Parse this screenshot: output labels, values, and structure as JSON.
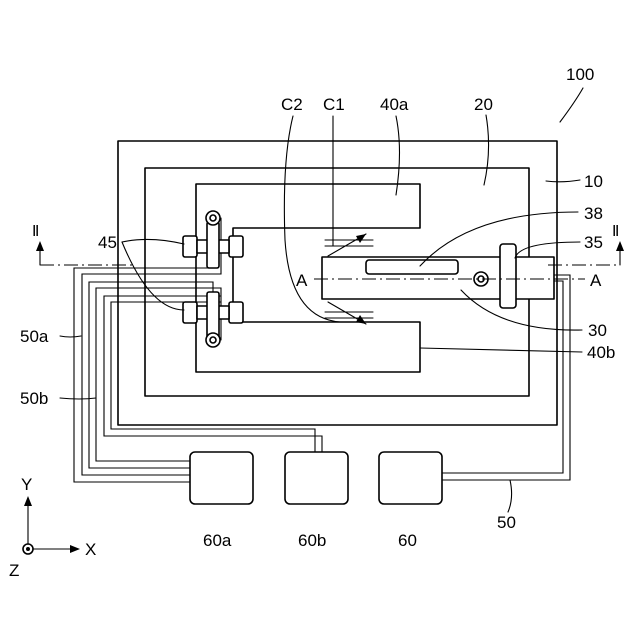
{
  "labels": {
    "device": "100",
    "substrate": "10",
    "frame": "20",
    "beam": "30",
    "weight_plate": "38",
    "pivot": "35",
    "electrode_a": "40a",
    "electrode_b": "40b",
    "anchors": "45",
    "wire": "50",
    "wire_a": "50a",
    "wire_b": "50b",
    "pad": "60",
    "pad_a": "60a",
    "pad_b": "60b",
    "gap_c1": "C1",
    "gap_c2": "C2",
    "section_left": "A",
    "section_right": "A",
    "view_left": "Ⅱ",
    "view_right": "Ⅱ",
    "axis_x": "X",
    "axis_y": "Y",
    "axis_z": "Z"
  }
}
